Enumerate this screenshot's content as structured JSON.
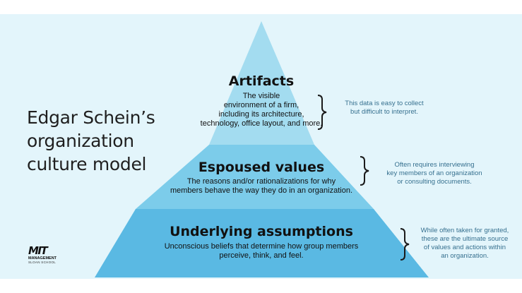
{
  "title": {
    "lines": [
      "Edgar Schein’s",
      "organization",
      "culture model"
    ]
  },
  "layers": [
    {
      "heading": "Artifacts",
      "description": "The visible\nenvironment of a firm,\nincluding its architecture,\ntechnology, office layout, and more.",
      "note": "This data is easy to collect\nbut difficult to interpret.",
      "color": "#a3dcf0"
    },
    {
      "heading": "Espoused values",
      "description": "The reasons and/or rationalizations for why\nmembers behave the way they do in an organization.",
      "note": "Often requires interviewing\nkey members of an organization\nor consulting documents.",
      "color": "#7cccea"
    },
    {
      "heading": "Underlying assumptions",
      "description": "Unconscious beliefs that determine how group members\nperceive, think, and feel.",
      "note": "While often taken for granted,\nthese are the ultimate source\nof values and actions within\nan organization.",
      "color": "#5ab9e3"
    }
  ],
  "logo": {
    "mark": "MIT",
    "line1": "MANAGEMENT",
    "line2": "SLOAN SCHOOL"
  },
  "colors": {
    "background": "#e3f5fb",
    "note_text": "#36708f",
    "brace": "#1a1a1a"
  }
}
